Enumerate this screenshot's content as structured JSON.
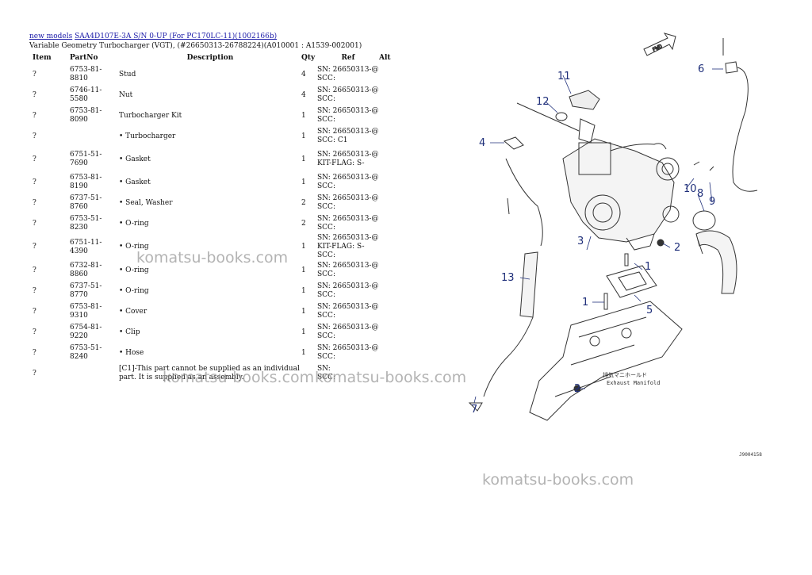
{
  "header": {
    "link_new_models": "new models",
    "link_model": "SAA4D107E-3A S/N 0-UP (For PC170LC-11)(1002166b)",
    "subtitle": "Variable Geometry Turbocharger (VGT), (#26650313-26788224)(A010001 : A1539-002001)"
  },
  "table": {
    "headers": [
      "Item",
      "PartNo",
      "Description",
      "Qty",
      "Ref",
      "Alt"
    ],
    "rows": [
      {
        "item": "?",
        "part": "6753-81-8810",
        "desc": "Stud",
        "qty": "4",
        "ref1": "SN: 26650313-@",
        "ref2": "SCC:"
      },
      {
        "item": "?",
        "part": "6746-11-5580",
        "desc": "Nut",
        "qty": "4",
        "ref1": "SN: 26650313-@",
        "ref2": "SCC:"
      },
      {
        "item": "?",
        "part": "6753-81-8090",
        "desc": "Turbocharger Kit",
        "qty": "1",
        "ref1": "SN: 26650313-@",
        "ref2": "SCC:"
      },
      {
        "item": "?",
        "part": "",
        "desc": "• Turbocharger",
        "qty": "1",
        "ref1": "SN: 26650313-@",
        "ref2": "SCC: C1"
      },
      {
        "item": "?",
        "part": "6751-51-7690",
        "desc": "• Gasket",
        "qty": "1",
        "ref1": "SN: 26650313-@",
        "ref2": "KIT-FLAG: S-"
      },
      {
        "item": "?",
        "part": "6753-81-8190",
        "desc": "• Gasket",
        "qty": "1",
        "ref1": "SN: 26650313-@",
        "ref2": "SCC:"
      },
      {
        "item": "?",
        "part": "6737-51-8760",
        "desc": "• Seal, Washer",
        "qty": "2",
        "ref1": "SN: 26650313-@",
        "ref2": "SCC:"
      },
      {
        "item": "?",
        "part": "6753-51-8230",
        "desc": "• O-ring",
        "qty": "2",
        "ref1": "SN: 26650313-@",
        "ref2": "SCC:"
      },
      {
        "item": "?",
        "part": "6751-11-4390",
        "desc": "• O-ring",
        "qty": "1",
        "ref1": "SN: 26650313-@",
        "ref2": "KIT-FLAG: S-",
        "ref3": "SCC:"
      },
      {
        "item": "?",
        "part": "6732-81-8860",
        "desc": "• O-ring",
        "qty": "1",
        "ref1": "SN: 26650313-@",
        "ref2": "SCC:"
      },
      {
        "item": "?",
        "part": "6737-51-8770",
        "desc": "• O-ring",
        "qty": "1",
        "ref1": "SN: 26650313-@",
        "ref2": "SCC:"
      },
      {
        "item": "?",
        "part": "6753-81-9310",
        "desc": "• Cover",
        "qty": "1",
        "ref1": "SN: 26650313-@",
        "ref2": "SCC:"
      },
      {
        "item": "?",
        "part": "6754-81-9220",
        "desc": "• Clip",
        "qty": "1",
        "ref1": "SN: 26650313-@",
        "ref2": "SCC:"
      },
      {
        "item": "?",
        "part": "6753-51-8240",
        "desc": "• Hose",
        "qty": "1",
        "ref1": "SN: 26650313-@",
        "ref2": "SCC:"
      },
      {
        "item": "?",
        "part": "",
        "desc": "[C1]-This part cannot be supplied as an individual part. It is supplied as an assembly.",
        "qty": "",
        "ref1": "SN:",
        "ref2": "SCC:"
      }
    ]
  },
  "watermark": "komatsu-books.com",
  "diagram": {
    "callouts": [
      "1",
      "1",
      "2",
      "2",
      "3",
      "4",
      "5",
      "6",
      "7",
      "8",
      "9",
      "10",
      "11",
      "12",
      "13"
    ],
    "fwd_label": "FWD",
    "manifold_jp": "排気マニホールド",
    "manifold_en": "Exhaust Manifold",
    "figure_code": "J9004158"
  }
}
